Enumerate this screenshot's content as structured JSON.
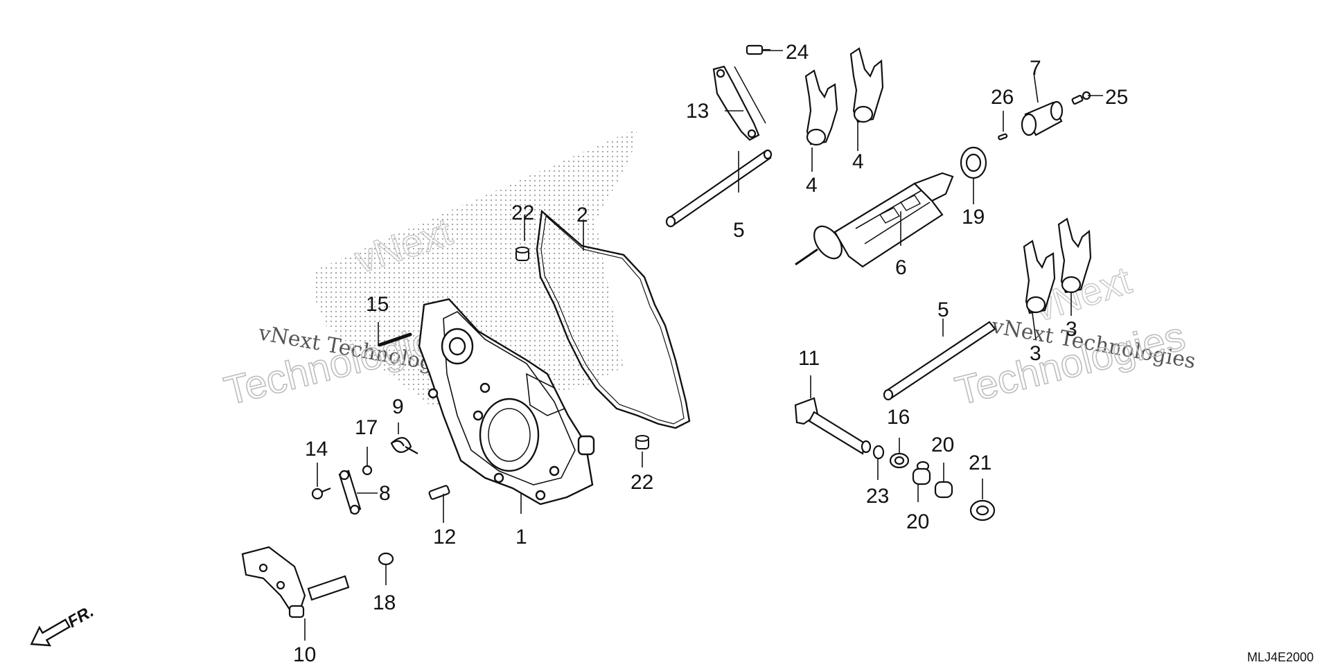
{
  "diagram": {
    "code": "MLJ4E2000",
    "front_label": "FR.",
    "watermark": {
      "brand": "vNext",
      "line1": "vNext Technologies",
      "line2": "Technologies"
    },
    "callouts": {
      "c1": "1",
      "c2": "2",
      "c3a": "3",
      "c3b": "3",
      "c4a": "4",
      "c4b": "4",
      "c5a": "5",
      "c5b": "5",
      "c6": "6",
      "c7": "7",
      "c8": "8",
      "c9": "9",
      "c10": "10",
      "c11": "11",
      "c12": "12",
      "c13": "13",
      "c14": "14",
      "c15": "15",
      "c16": "16",
      "c17": "17",
      "c18": "18",
      "c19": "19",
      "c20a": "20",
      "c20b": "20",
      "c21": "21",
      "c22a": "22",
      "c22b": "22",
      "c23": "23",
      "c24": "24",
      "c25": "25",
      "c26": "26"
    }
  }
}
